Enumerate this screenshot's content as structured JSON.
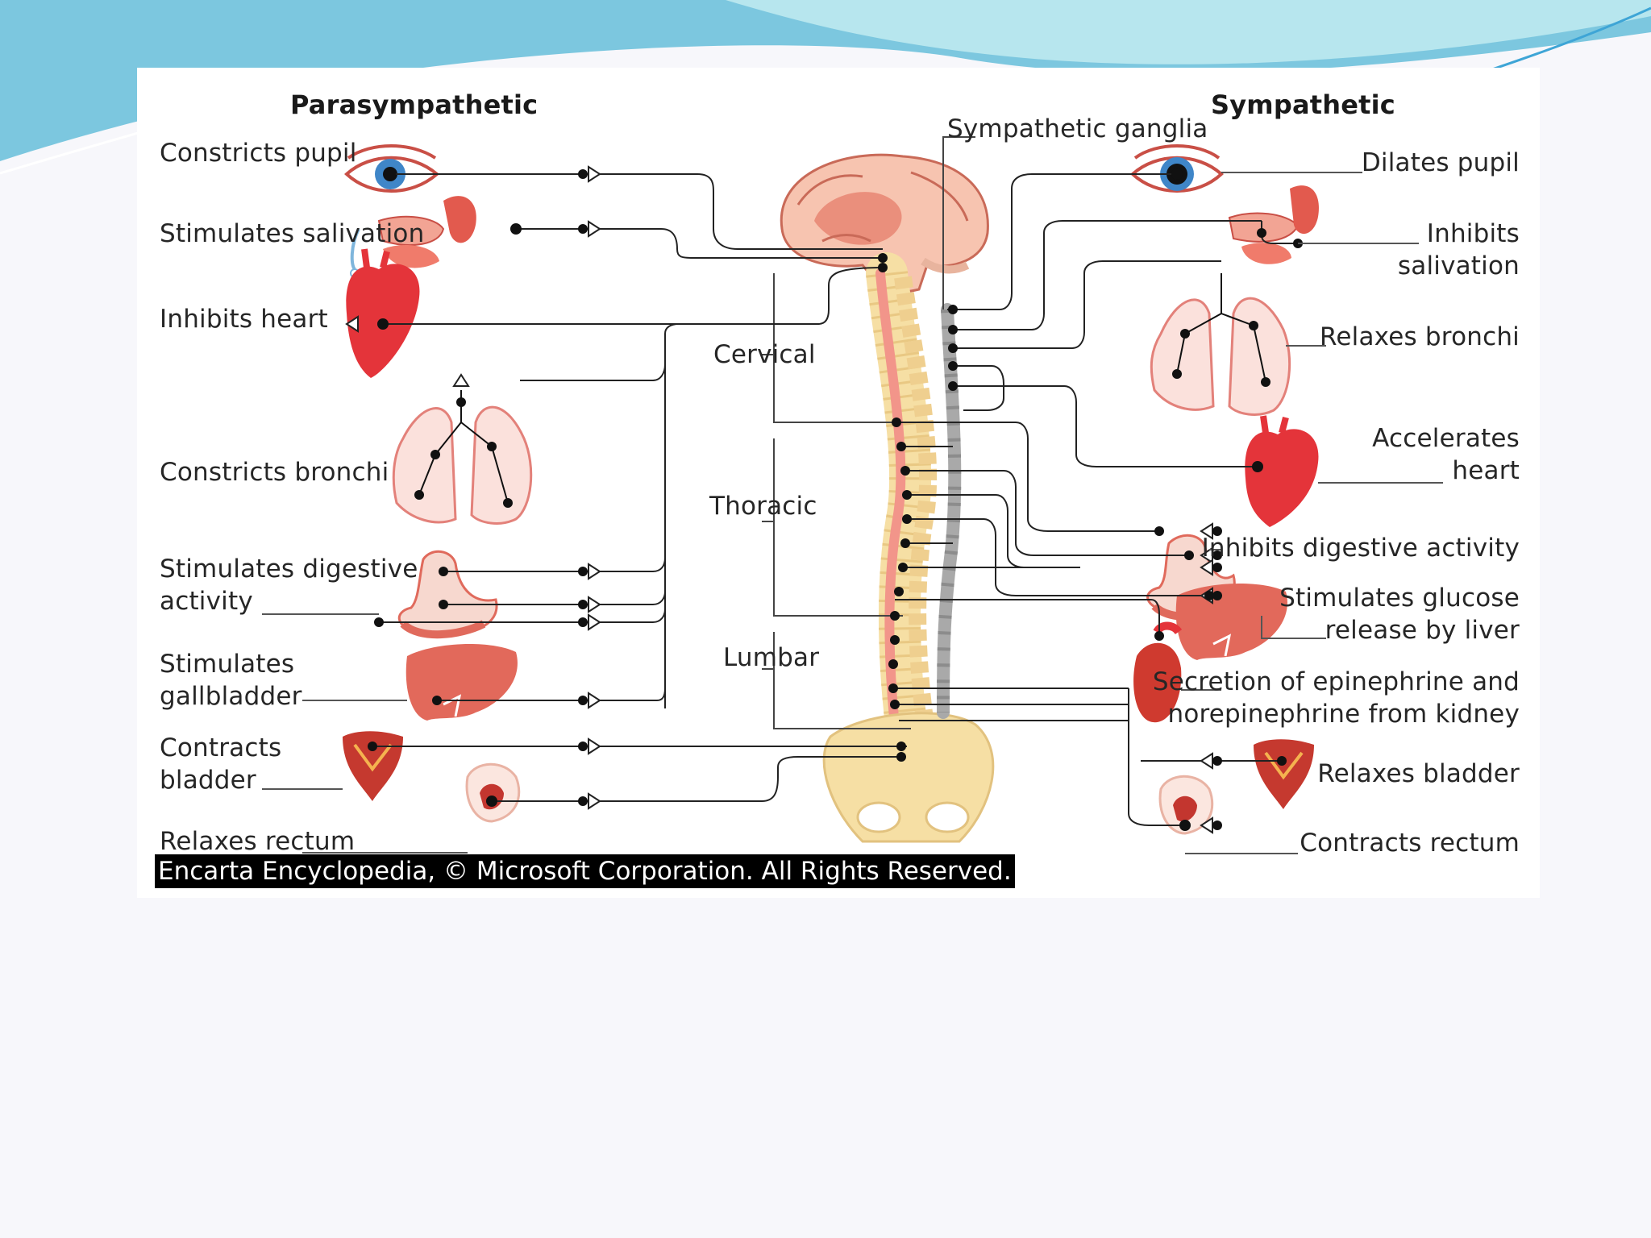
{
  "colors": {
    "wave_blue": "#6cc7e6",
    "organ_red": "#e0443a",
    "organ_pink": "#f4b3a6",
    "spine_bone": "#f6dfa4",
    "ganglia_gray": "#a9a9a9",
    "line": "#222222"
  },
  "headings": {
    "parasympathetic": "Parasympathetic",
    "sympathetic": "Sympathetic"
  },
  "parasympathetic": [
    {
      "label": "Constricts pupil",
      "icon": "eye-icon"
    },
    {
      "label": "Stimulates salivation",
      "icon": "salivary-gland-icon"
    },
    {
      "label": "Inhibits heart",
      "icon": "heart-icon"
    },
    {
      "label": "Constricts bronchi",
      "icon": "lungs-icon"
    },
    {
      "label": "Stimulates digestive\nactivity",
      "icon": "stomach-icon"
    },
    {
      "label": "Stimulates\ngallbladder",
      "icon": "liver-icon"
    },
    {
      "label": "Contracts\nbladder",
      "icon": "bladder-icon"
    },
    {
      "label": "Relaxes rectum",
      "icon": "rectum-icon"
    }
  ],
  "sympathetic": [
    {
      "label": "Dilates pupil",
      "icon": "eye-icon"
    },
    {
      "label": "Inhibits\nsalivation",
      "icon": "salivary-gland-icon"
    },
    {
      "label": "Relaxes bronchi",
      "icon": "lungs-icon"
    },
    {
      "label": "Accelerates\nheart",
      "icon": "heart-icon"
    },
    {
      "label": "Inhibits digestive activity",
      "icon": "stomach-icon"
    },
    {
      "label": "Stimulates glucose\nrelease by liver",
      "icon": "liver-icon"
    },
    {
      "label": "Secretion of epinephrine and\nnorepinephrine from kidney",
      "icon": "kidney-icon"
    },
    {
      "label": "Relaxes bladder",
      "icon": "bladder-icon"
    },
    {
      "label": "Contracts rectum",
      "icon": "rectum-icon"
    }
  ],
  "center_labels": {
    "ganglia": "Sympathetic ganglia",
    "cervical": "Cervical",
    "thoracic": "Thoracic",
    "lumbar": "Lumbar"
  },
  "credit": "Encarta Encyclopedia, © Microsoft Corporation. All Rights Reserved."
}
